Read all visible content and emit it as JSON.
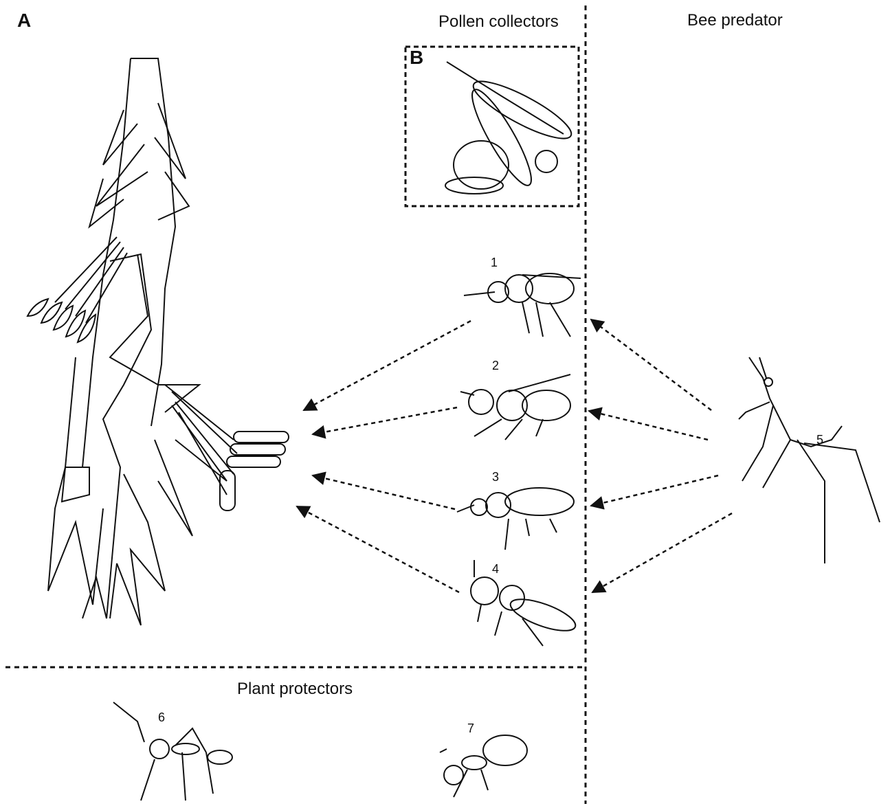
{
  "panel_a_label": "A",
  "panel_b_label": "B",
  "sections": {
    "pollen_collectors": "Pollen collectors",
    "bee_predator": "Bee predator",
    "plant_protectors": "Plant protectors"
  },
  "insects": [
    {
      "number": "1",
      "icon": "bee-icon"
    },
    {
      "number": "2",
      "icon": "bee-icon"
    },
    {
      "number": "3",
      "icon": "bee-icon"
    },
    {
      "number": "4",
      "icon": "bee-icon"
    },
    {
      "number": "5",
      "icon": "mantis-icon"
    },
    {
      "number": "6",
      "icon": "ant-icon"
    },
    {
      "number": "7",
      "icon": "ant-icon"
    }
  ],
  "colors": {
    "ink": "#111111",
    "paper": "#ffffff"
  }
}
